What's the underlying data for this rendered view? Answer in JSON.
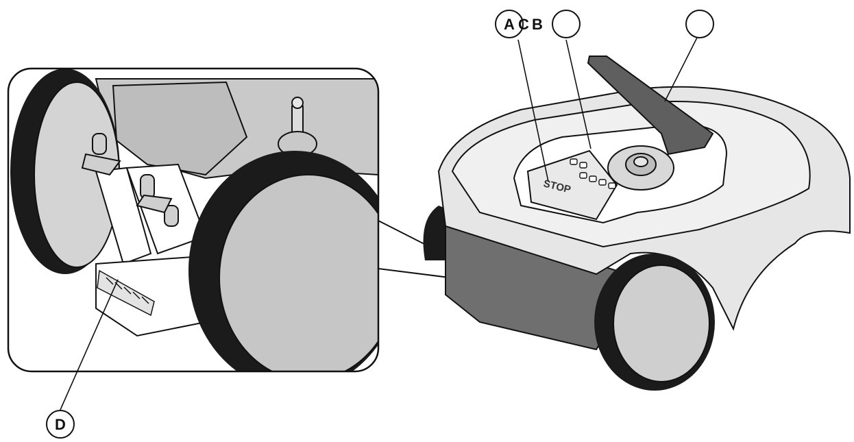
{
  "figure": {
    "callouts": [
      {
        "id": "A",
        "label": "A"
      },
      {
        "id": "C",
        "label": "C"
      },
      {
        "id": "B",
        "label": "B"
      },
      {
        "id": "D",
        "label": "D"
      }
    ],
    "panel_text": "STOP"
  },
  "colors": {
    "ink": "#111111",
    "body_gray": "#cfcfcf",
    "light_gray": "#e6e6e6",
    "mid_gray": "#bdbdbd",
    "dark_gray": "#6f6f6f",
    "tire": "#1b1b1b",
    "background": "#ffffff"
  }
}
